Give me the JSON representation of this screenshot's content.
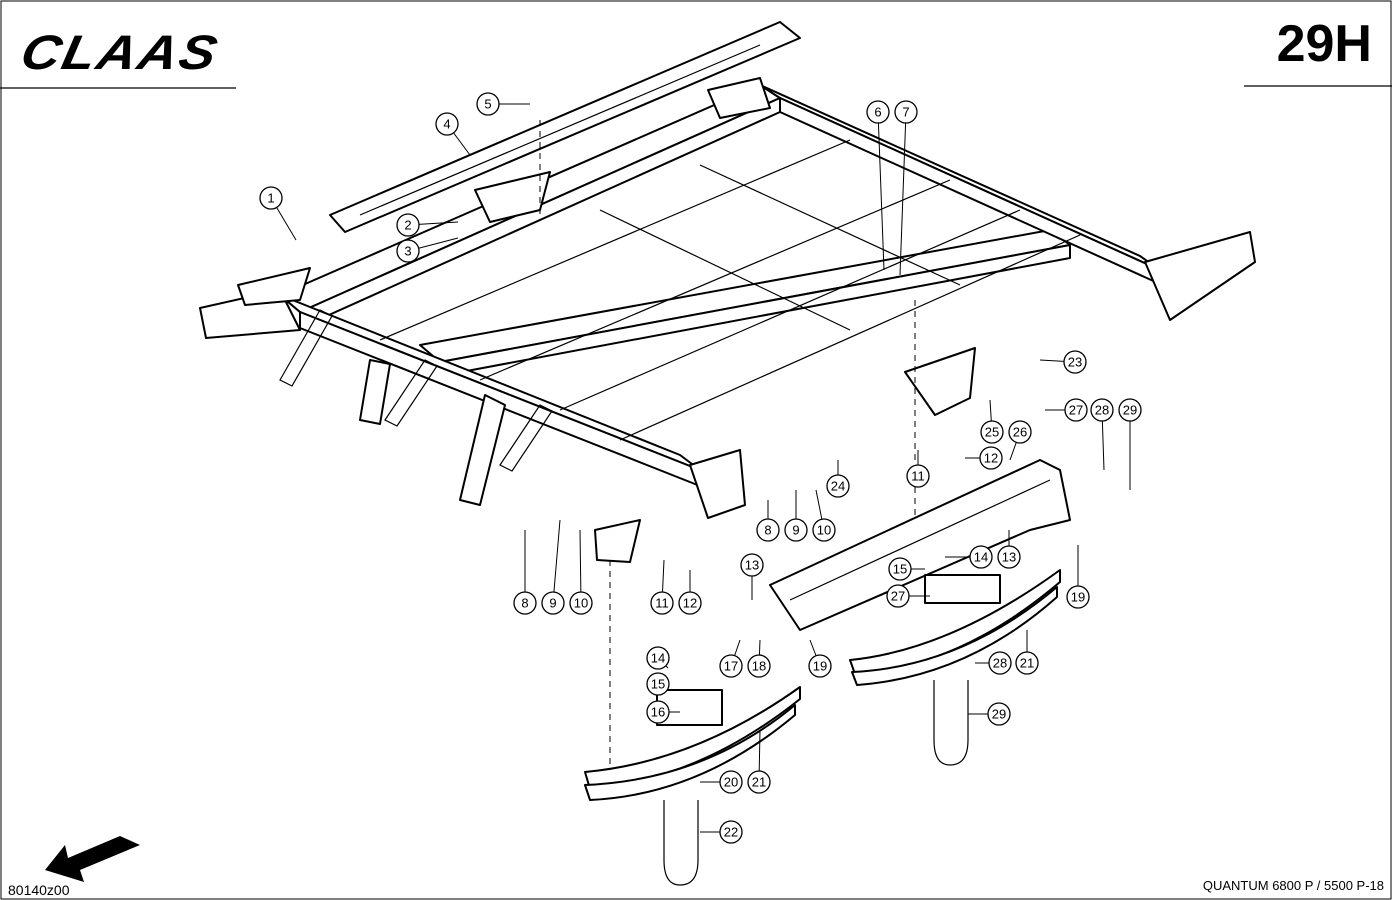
{
  "header": {
    "brand": "CLAAS",
    "page_code": "29H"
  },
  "footer": {
    "drawing_number": "80140z00",
    "model_caption": "QUANTUM 6800 P / 5500 P-18"
  },
  "callouts": [
    "1",
    "2",
    "3",
    "4",
    "5",
    "6",
    "7",
    "8",
    "9",
    "10",
    "11",
    "12",
    "13",
    "14",
    "15",
    "16",
    "17",
    "18",
    "19",
    "20",
    "21",
    "22",
    "23",
    "24",
    "25",
    "26",
    "27",
    "28",
    "29"
  ]
}
